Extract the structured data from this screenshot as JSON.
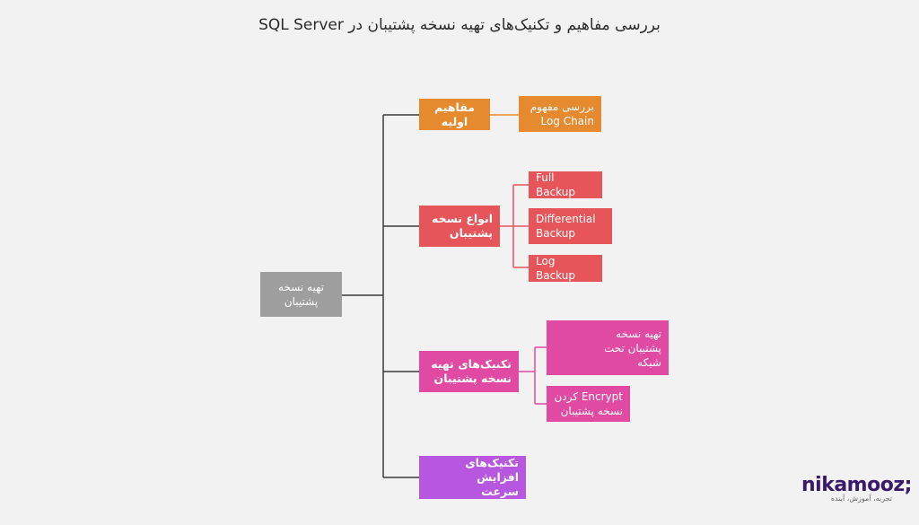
{
  "title": "بررسی مفاهیم و تکنیک‌های تهیه نسخه پشتیبان در SQL Server",
  "colors": {
    "root": "#9e9e9e",
    "concepts": "#e58a2e",
    "types": "#e5555a",
    "techniques": "#e04aa2",
    "speed": "#b757e0",
    "connector": "#3a3a3a"
  },
  "root": {
    "label": "تهیه نسخه\nپشتیبان"
  },
  "branches": {
    "concepts": {
      "label": "مفاهیم اولیه",
      "children": [
        "بررسی مفهوم\nLog Chain"
      ]
    },
    "types": {
      "label": "انواع نسخه\nپشتیبان",
      "children": [
        "Full Backup",
        "Differential\nBackup",
        "Log Backup"
      ]
    },
    "techniques": {
      "label": "تکنیک‌های تهیه\nنسخه پشتیبان",
      "children": [
        "تهیه نسخه\nپشتیبان تحت\nشبکه",
        "Encrypt کردن\nنسخه پشتیبان"
      ]
    },
    "speed": {
      "label": "تکنیک‌های افزایش\nسرعت"
    }
  },
  "logo": {
    "word": "nikamooz;",
    "tagline": "تجربه، آموزش، آینده"
  }
}
